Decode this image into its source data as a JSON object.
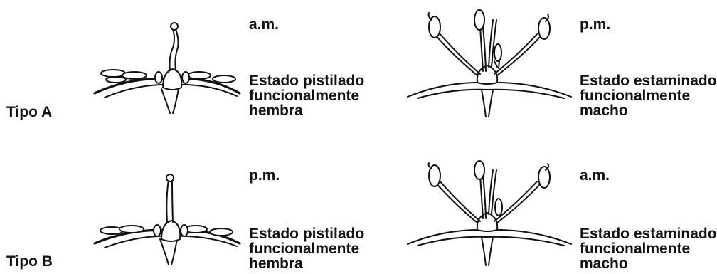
{
  "rows": [
    {
      "type_label": "Tipo A",
      "pistillate": {
        "time": "a.m.",
        "lines": [
          "Estado pistilado",
          "funcionalmente",
          "hembra"
        ]
      },
      "staminate": {
        "time": "p.m.",
        "lines": [
          "Estado estaminado",
          "funcionalmente",
          "macho"
        ]
      }
    },
    {
      "type_label": "Tipo B",
      "pistillate": {
        "time": "p.m.",
        "lines": [
          "Estado pistilado",
          "funcionalmente",
          "hembra"
        ]
      },
      "staminate": {
        "time": "a.m.",
        "lines": [
          "Estado estaminado",
          "funcionalmente",
          "macho"
        ]
      }
    }
  ]
}
